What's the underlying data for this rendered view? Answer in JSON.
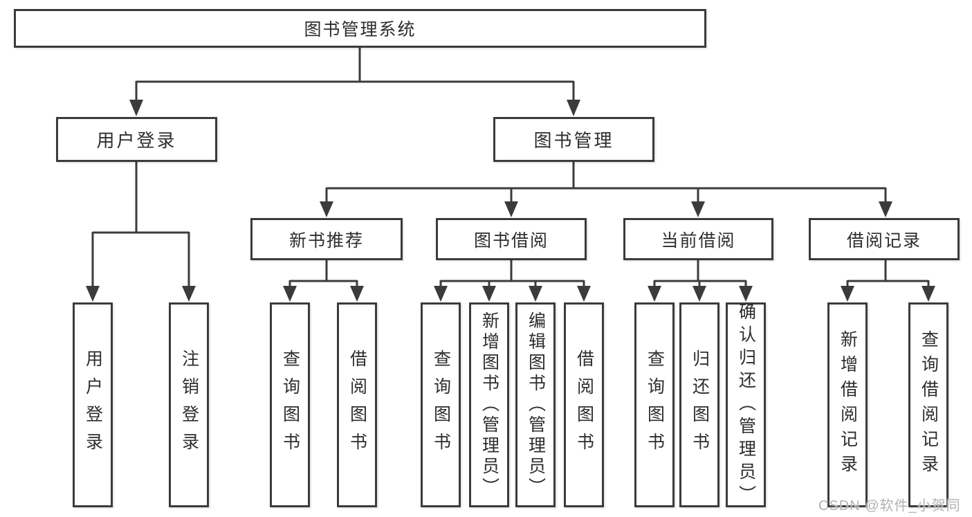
{
  "diagram": {
    "root": {
      "label": "图书管理系统"
    },
    "branch_user_login": {
      "label": "用户登录",
      "children": [
        {
          "label": "用户登录"
        },
        {
          "label": "注销登录"
        }
      ]
    },
    "branch_book_mgmt": {
      "label": "图书管理",
      "groups": [
        {
          "label": "新书推荐",
          "children": [
            {
              "label": "查询图书"
            },
            {
              "label": "借阅图书"
            }
          ]
        },
        {
          "label": "图书借阅",
          "children": [
            {
              "label": "查询图书"
            },
            {
              "label": "新增图书（管理员）"
            },
            {
              "label": "编辑图书（管理员）"
            },
            {
              "label": "借阅图书"
            }
          ]
        },
        {
          "label": "当前借阅",
          "children": [
            {
              "label": "查询图书"
            },
            {
              "label": "归还图书"
            },
            {
              "label": "确认归还（管理员）"
            }
          ]
        },
        {
          "label": "借阅记录",
          "children": [
            {
              "label": "新增借阅记录"
            },
            {
              "label": "查询借阅记录"
            }
          ]
        }
      ]
    }
  },
  "colors": {
    "line": "#3b3b3b",
    "text": "#2d2d2d",
    "watermark": "#b2b2b2",
    "background": "#ffffff"
  },
  "watermark": {
    "text": "CSDN @软件_小贺同学"
  }
}
